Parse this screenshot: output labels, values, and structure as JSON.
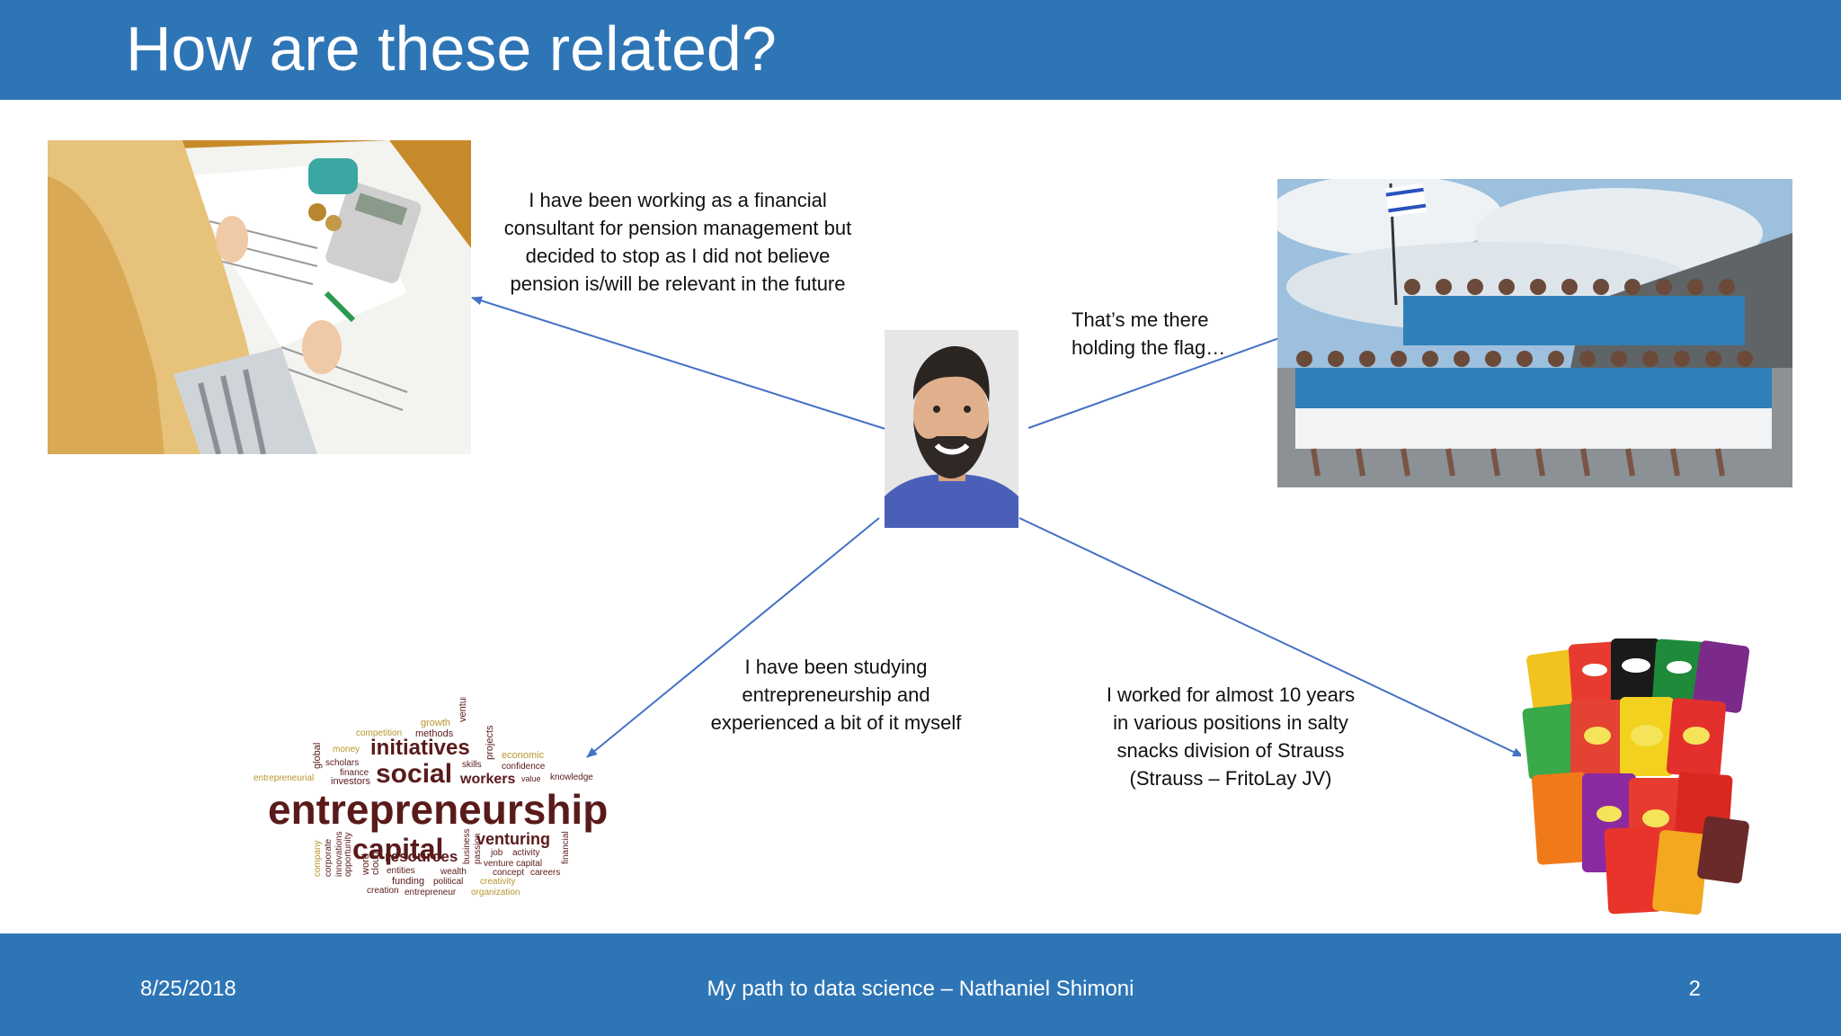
{
  "slide": {
    "title": "How are these related?",
    "footer": {
      "date": "8/25/2018",
      "center_text": "My path to data science – Nathaniel Shimoni",
      "page_number": "2"
    }
  },
  "captions": {
    "finance": [
      "I have been working as a financial",
      "consultant for pension management but",
      "decided to stop as I did not believe",
      "pension is/will be relevant in the future"
    ],
    "flag": [
      "That’s me there",
      "holding the flag…"
    ],
    "entrepreneurship": [
      "I have been studying",
      "entrepreneurship and",
      "experienced a bit of it myself"
    ],
    "strauss": [
      "I worked for almost 10 years",
      "in various positions in salty",
      "snacks division of Strauss",
      "(Strauss – FritoLay JV)"
    ]
  },
  "wordcloud": {
    "words": [
      "growth",
      "competition",
      "methods",
      "venture",
      "money",
      "initiatives",
      "projects",
      "global",
      "scholars",
      "finance",
      "skills",
      "economic",
      "confidence",
      "entrepreneurial",
      "investors",
      "social",
      "workers",
      "value",
      "knowledge",
      "entrepreneurship",
      "capital",
      "venturing",
      "company",
      "corporate",
      "innovations",
      "opportunity",
      "word",
      "cloud",
      "resources",
      "job",
      "activity",
      "venture capital",
      "business",
      "passion",
      "entities",
      "wealth",
      "concept",
      "careers",
      "funding",
      "political",
      "creativity",
      "financial",
      "creation",
      "entrepreneur",
      "organization"
    ]
  },
  "colors": {
    "brand_blue": "#2e75b6",
    "arrow_blue": "#4472c4",
    "text": "#111111",
    "white": "#ffffff"
  }
}
